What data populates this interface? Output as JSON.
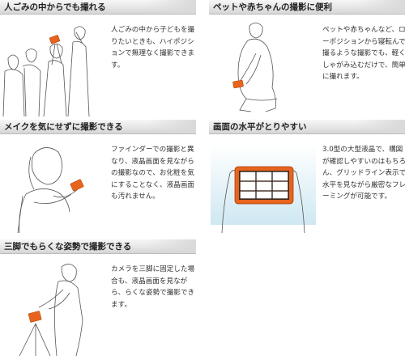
{
  "sections": [
    {
      "title": "人ごみの中からでも撮れる",
      "text": "人ごみの中から子どもを撮りたいときも、ハイポジションで無理なく撮影できます。"
    },
    {
      "title": "ペットや赤ちゃんの撮影に便利",
      "text": "ペットや赤ちゃんなど、ローポジションから寝転んで撮るような撮影でも、軽くしゃがみ込むだけで、簡単に撮れます。"
    },
    {
      "title": "メイクを気にせずに撮影できる",
      "text": "ファインダーでの撮影と異なり、液晶画面を見ながらの撮影なので、お化粧を気にすることなく、液晶画面も汚れません。"
    },
    {
      "title": "画面の水平がとりやすい",
      "text": "3.0型の大型液晶で、構図が確認しやすいのはもちろん、グリッドライン表示で水平を見ながら厳密なフレーミングが可能です。"
    },
    {
      "title": "三脚でもらくな姿勢で撮影できる",
      "text": "カメラを三脚に固定した場合も、液晶画面を見ながら、らくな姿勢で撮影できます。"
    }
  ],
  "colors": {
    "accent": "#e8641e",
    "line": "#555555",
    "header_text": "#222222"
  }
}
